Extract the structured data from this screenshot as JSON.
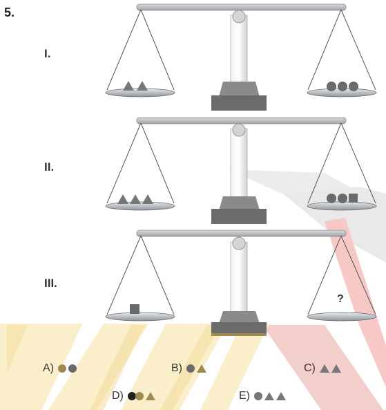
{
  "question": {
    "number": "5."
  },
  "scales": [
    {
      "label": "I."
    },
    {
      "label": "II."
    },
    {
      "label": "III.",
      "unknown": "?"
    }
  ],
  "options": [
    {
      "label": "A)",
      "shapes": [
        "circle-olive",
        "circle-grey"
      ]
    },
    {
      "label": "B)",
      "shapes": [
        "circle-grey",
        "triangle-olive"
      ]
    },
    {
      "label": "C)",
      "shapes": [
        "triangle-grey",
        "triangle-grey"
      ]
    },
    {
      "label": "D)",
      "shapes": [
        "circle-black",
        "circle-olive",
        "triangle-olive"
      ]
    },
    {
      "label": "E)",
      "shapes": [
        "circle-grey",
        "triangle-grey",
        "triangle-grey"
      ]
    }
  ],
  "colors": {
    "grey": "#777777",
    "olive": "#a08a50",
    "black": "#222222",
    "stand": "#6b6b6b",
    "pan": "#9aa0a6"
  }
}
